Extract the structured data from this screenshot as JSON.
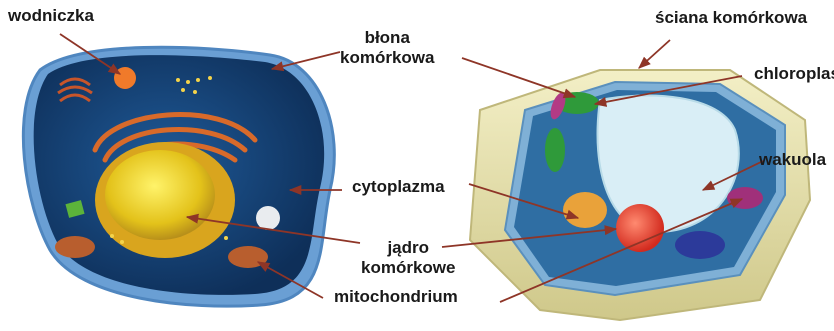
{
  "labels": {
    "wodniczka": "wodniczka",
    "blona": "błona\nkomórkowa",
    "cytoplazma": "cytoplazma",
    "jadro": "jądro\nkomórkowe",
    "mitochondrium": "mitochondrium",
    "sciana": "ściana komórkowa",
    "chloroplast": "chloroplast",
    "wakuola": "wakuola"
  },
  "colors": {
    "arrow": "#8e3527",
    "animal_membrane": "#5a8fc6",
    "animal_cytoplasm": "#123a6b",
    "nucleus": "#f0c020",
    "plant_wall": "#e8e3b0",
    "vacuole": "#d8eef5",
    "chloroplast": "#2f9a3a"
  }
}
